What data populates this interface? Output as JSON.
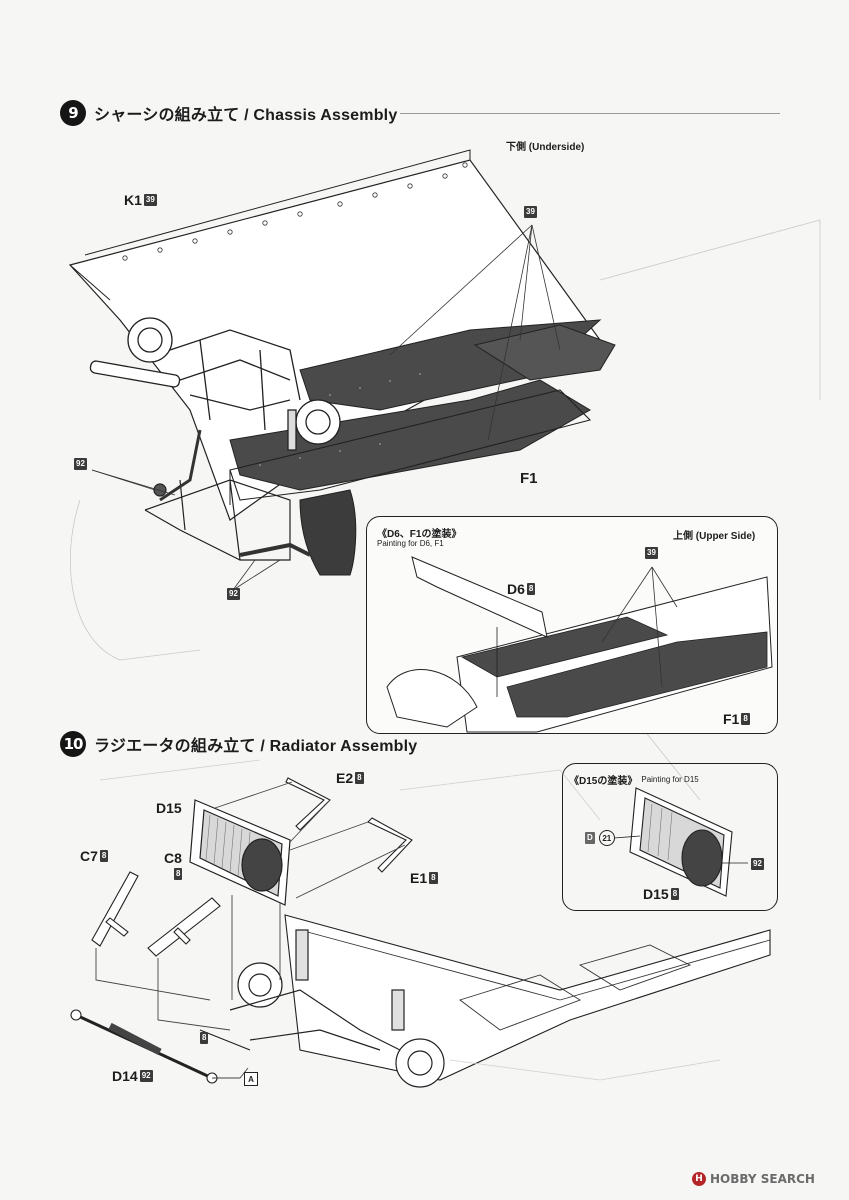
{
  "step9": {
    "number": "9",
    "title": "シャーシの組み立て / Chassis Assembly",
    "underside": "下側 (Underside)",
    "part_k1": "K1",
    "code_k1": "39",
    "code_39_main": "39",
    "code_92_a": "92",
    "code_92_b": "92",
    "part_f1": "F1",
    "inset": {
      "title": "《D6、F1の塗装》",
      "subtitle": "Painting for D6, F1",
      "upper_side": "上側 (Upper Side)",
      "code_39": "39",
      "part_d6": "D6",
      "code_d6": "8",
      "part_f1": "F1",
      "code_f1": "8"
    }
  },
  "step10": {
    "number": "10",
    "title": "ラジエータの組み立て / Radiator Assembly",
    "part_e2": "E2",
    "code_e2": "8",
    "part_d15": "D15",
    "part_c7": "C7",
    "code_c7": "8",
    "part_c8": "C8",
    "code_c8": "8",
    "part_e1": "E1",
    "code_e1": "8",
    "code_8_lower": "8",
    "part_d14": "D14",
    "code_d14": "92",
    "marker_a": "A",
    "inset": {
      "title": "《D15の塗装》",
      "subtitle": "Painting for D15",
      "code_d": "D",
      "code_21": "21",
      "code_92": "92",
      "part_d15": "D15",
      "code_d15": "8"
    }
  },
  "watermark": {
    "icon": "H",
    "text": "HOBBY SEARCH"
  }
}
